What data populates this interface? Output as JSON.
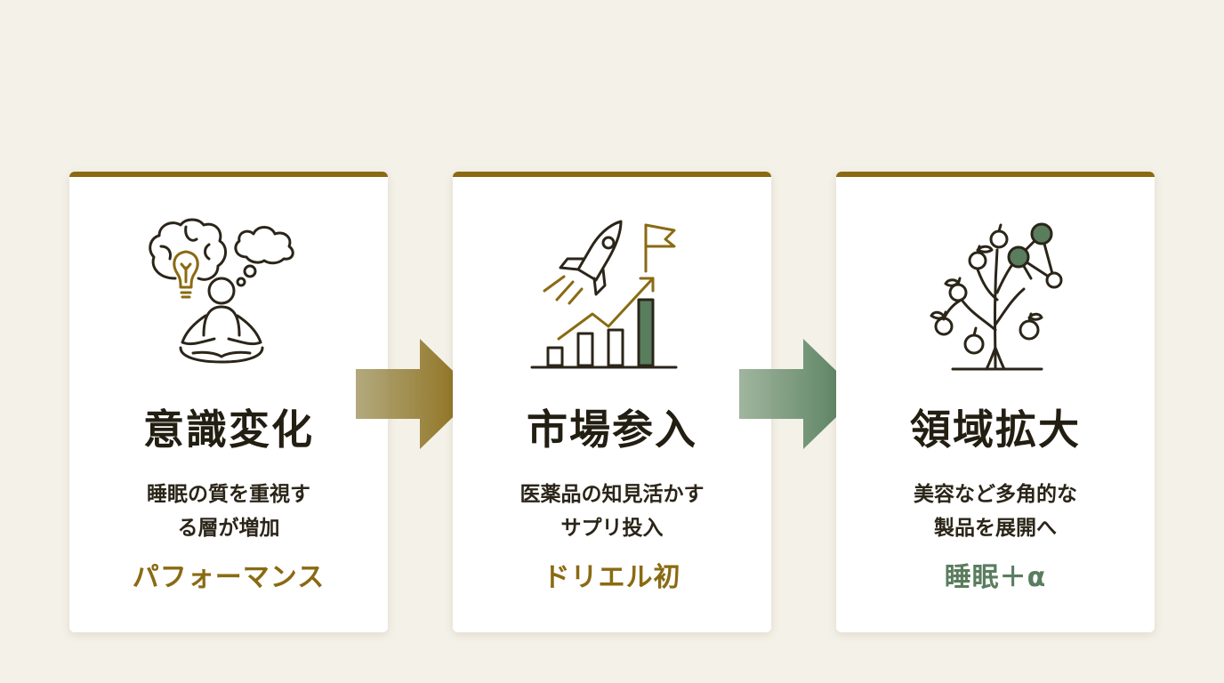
{
  "colors": {
    "background": "#f4f1e8",
    "card": "#ffffff",
    "gold": "#8a6a12",
    "green": "#5a7d5e",
    "ink": "#231e12"
  },
  "cards": [
    {
      "icon": "meditation-brain-lightbulb-icon",
      "title": "意識変化",
      "desc": [
        "睡眠の質を重視す",
        "る層が増加"
      ],
      "tag": "パフォーマンス",
      "tag_color": "#8a6a12"
    },
    {
      "icon": "rocket-growth-chart-icon",
      "title": "市場参入",
      "desc": [
        "医薬品の知見活かす",
        "サプリ投入"
      ],
      "tag": "ドリエル初",
      "tag_color": "#8a6a12"
    },
    {
      "icon": "tree-network-icon",
      "title": "領域拡大",
      "desc": [
        "美容など多角的な",
        "製品を展開へ"
      ],
      "tag": "睡眠＋α",
      "tag_color": "#5a7d5e"
    }
  ]
}
